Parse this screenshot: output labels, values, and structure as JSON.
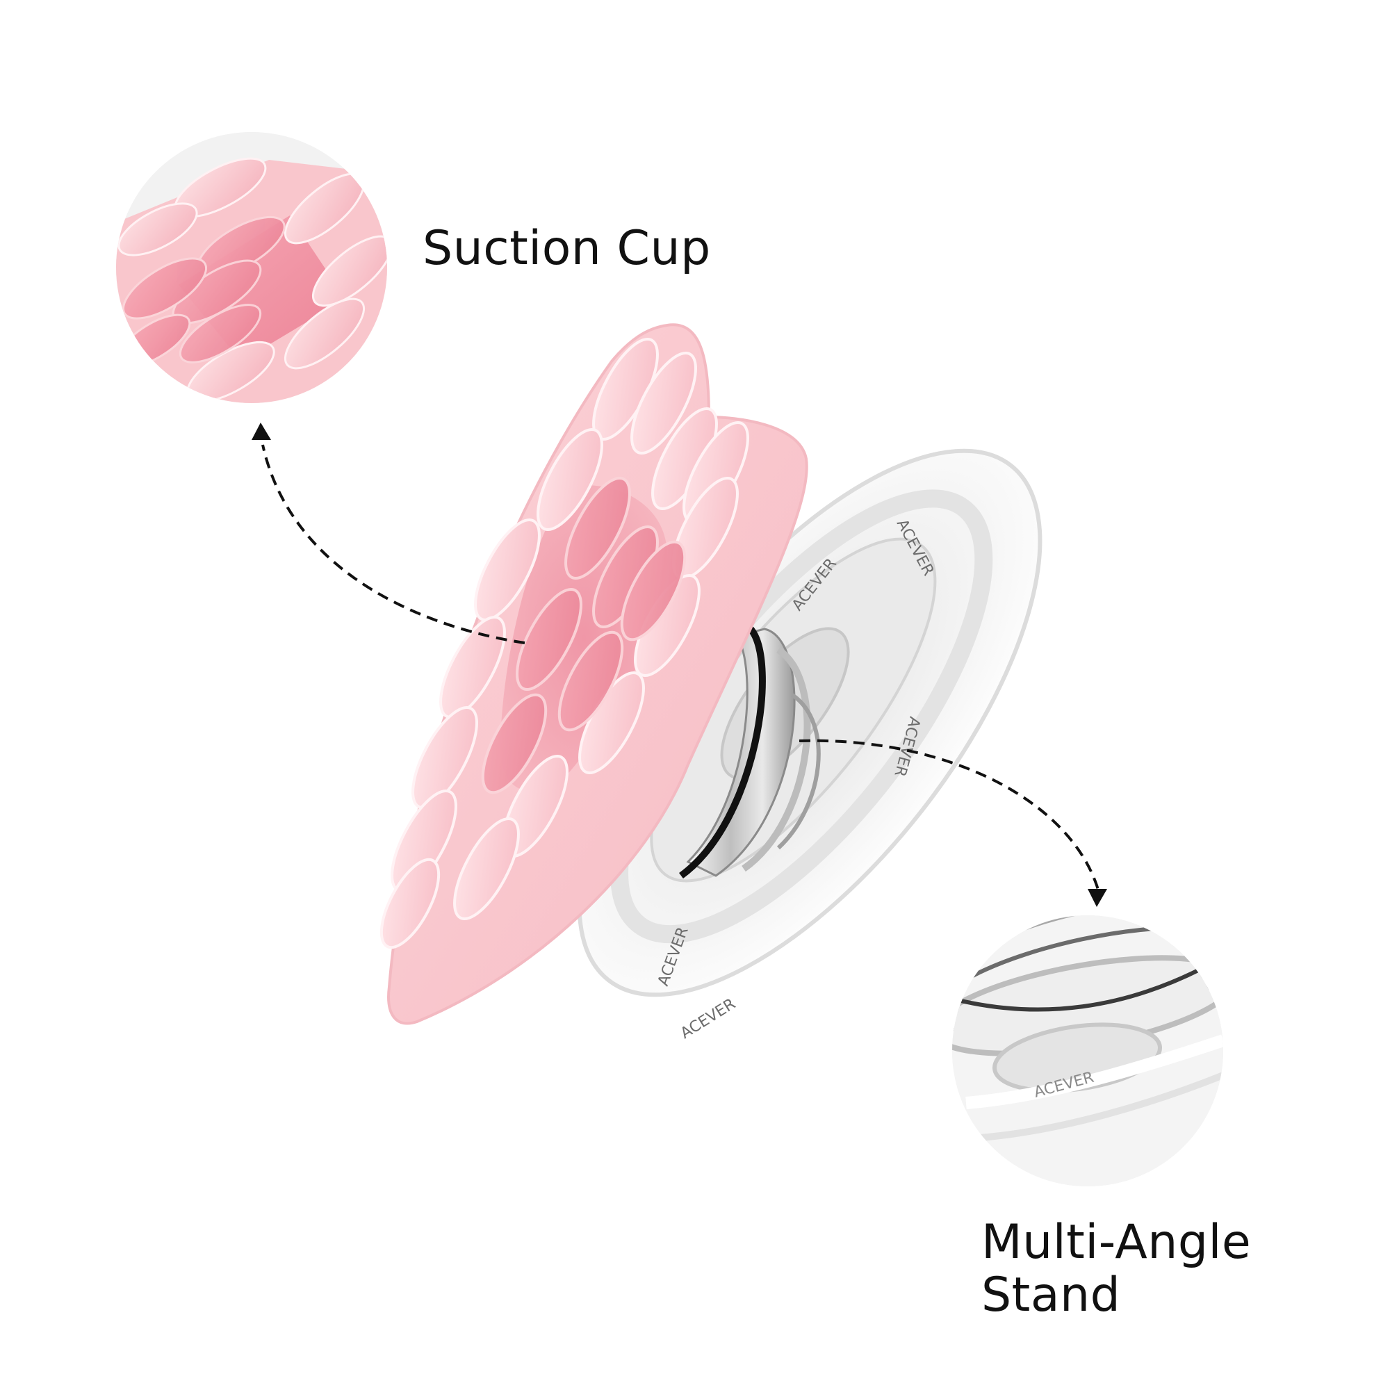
{
  "labels": {
    "suction_cup": "Suction Cup",
    "multi_angle_stand_line1": "Multi-Angle",
    "multi_angle_stand_line2": "Stand"
  },
  "product": {
    "brand_mark": "ACEVER",
    "parts": [
      {
        "name": "Suction Cup",
        "color": "#f9c9cf",
        "shape": "heart"
      },
      {
        "name": "Multi-Angle Stand",
        "color": "#e6e6e6",
        "shape": "clear-disc-with-collapsible-stem"
      }
    ]
  },
  "callouts": [
    {
      "target": "Suction Cup",
      "arrow_direction": "up"
    },
    {
      "target": "Multi-Angle Stand",
      "arrow_direction": "down"
    }
  ],
  "colors": {
    "background": "#ffffff",
    "pink_light": "#fbd3d8",
    "pink_mid": "#f6b5bf",
    "pink_deep": "#ee8f9f",
    "clear_gray": "#d9d9d9",
    "text": "#111111",
    "arrow": "#111111"
  }
}
